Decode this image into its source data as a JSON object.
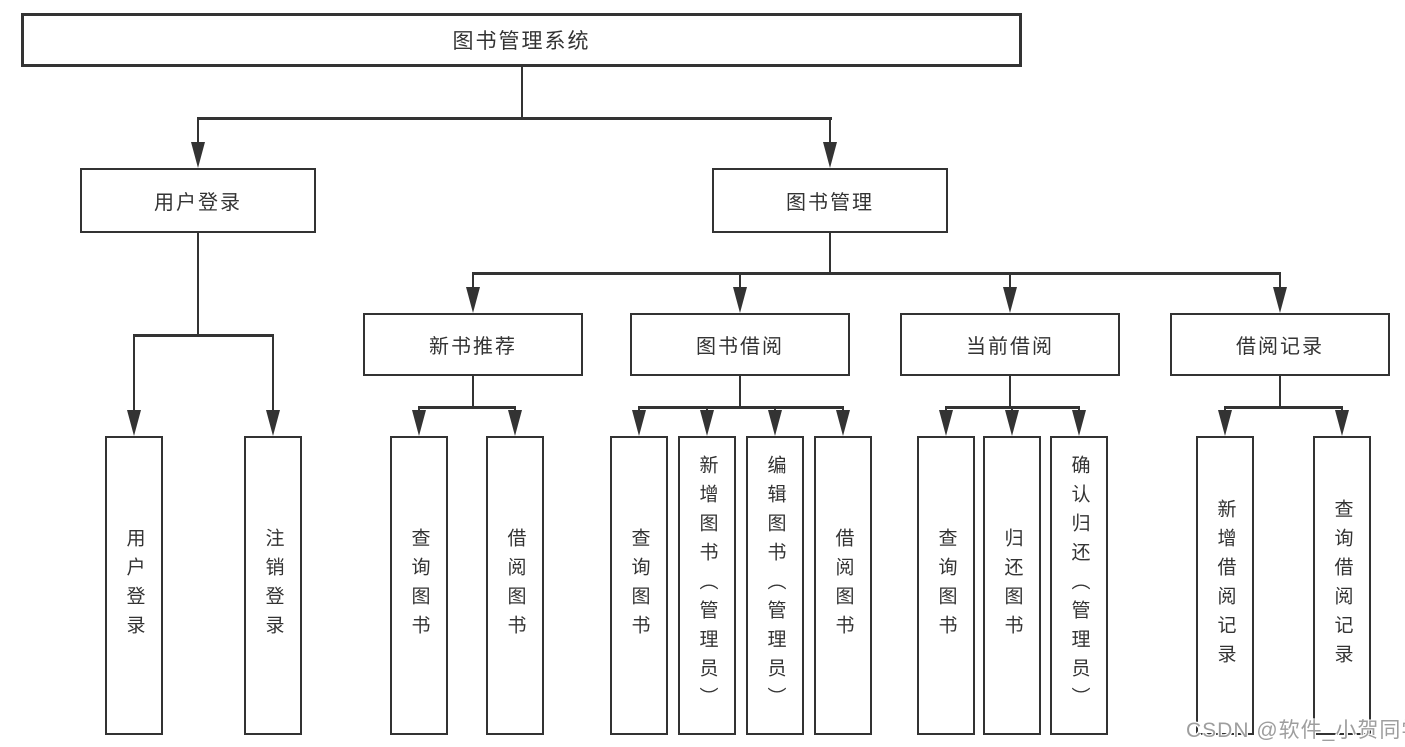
{
  "diagram": {
    "colors": {
      "line": "#333333",
      "text": "#333333",
      "background": "#ffffff",
      "watermark": "#9e9e9e"
    },
    "nodes": {
      "root": "图书管理系统",
      "user_login": "用户登录",
      "book_mgmt": "图书管理",
      "user_login_children": [
        "用户登录",
        "注销登录"
      ],
      "modules": [
        {
          "label": "新书推荐",
          "children": [
            "查询图书",
            "借阅图书"
          ]
        },
        {
          "label": "图书借阅",
          "children": [
            "查询图书",
            "新增图书（管理员）",
            "编辑图书（管理员）",
            "借阅图书"
          ]
        },
        {
          "label": "当前借阅",
          "children": [
            "查询图书",
            "归还图书",
            "确认归还（管理员）"
          ]
        },
        {
          "label": "借阅记录",
          "children": [
            "新增借阅记录",
            "查询借阅记录"
          ]
        }
      ]
    },
    "watermark": "CSDN @软件_小贺同学"
  }
}
